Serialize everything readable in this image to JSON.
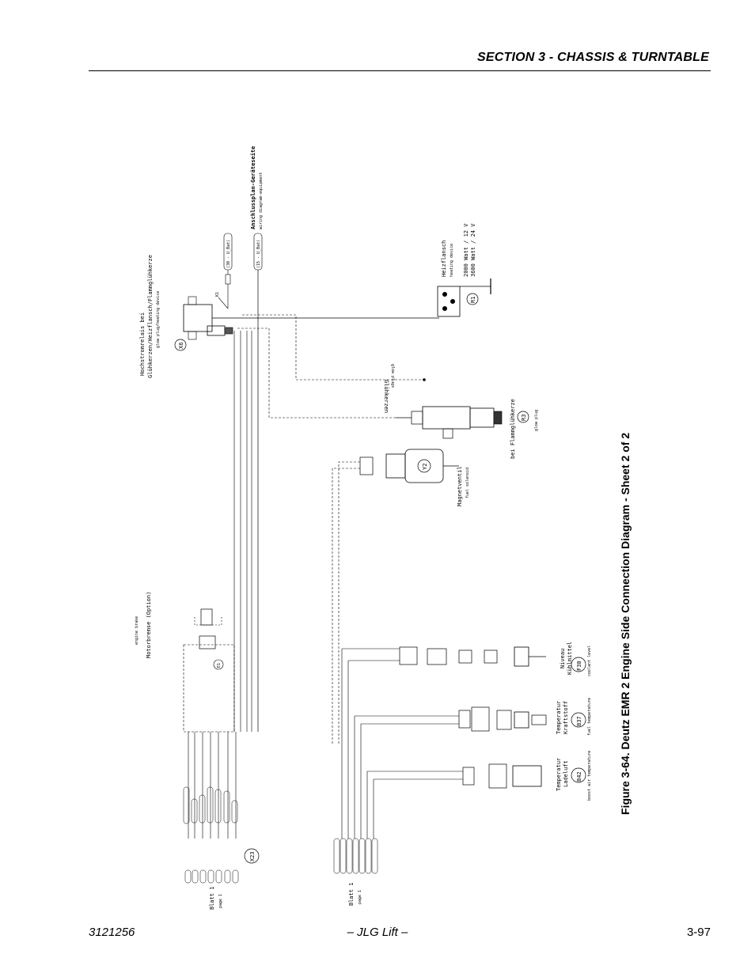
{
  "header": {
    "section_title": "SECTION 3 - CHASSIS & TURNTABLE"
  },
  "footer": {
    "doc_number": "3121256",
    "publisher": "– JLG Lift –",
    "page_number": "3-97"
  },
  "figure": {
    "caption": "Figure 3-64.  Deutz EMR 2 Engine Side Connection Diagram - Sheet 2 of 2"
  },
  "diagram": {
    "wiring_title": "Anschlussplan-Geräteseite",
    "wiring_subtitle": "wiring diagram-equipment",
    "terminal_30": "(30 - U_Bat)",
    "terminal_15": "(15 - U_Bat)",
    "x6_label": "X6",
    "x6_title1": "Hochstromrelais bei",
    "x6_title2": "Glühkerzen/Heizflansch/Flammglühkerze",
    "x6_sub": "glow plug/heating device",
    "k1_label": "K1",
    "r1_label": "R1",
    "r1_title": "Heizflansch",
    "r1_sub": "heating device",
    "r1_spec1": "2000 Watt / 12 V",
    "r1_spec2": "3600 Watt / 24 V",
    "glowplugs_title": "Glühkerzen",
    "glowplugs_sub": "glow plugs",
    "r3_label": "R3",
    "r3_title": "bei  Flammglühkerze",
    "r3_sub": "glow plug",
    "y2_label": "Y2",
    "y2_title": "Magnetventil",
    "y2_sub": "fuel solenoid",
    "e1_label": "E1",
    "brake_title": "Motorbremse (Option)",
    "brake_sub": "engine brake",
    "f30_label": "F30",
    "f30_title1": "Niveau",
    "f30_title2": "Kühlmittel",
    "f30_sub": "coolant level",
    "b37_label": "B37",
    "b37_title1": "Temperatur",
    "b37_title2": "Kraftstoff",
    "b37_sub": "fuel temperature",
    "b42_label": "B42",
    "b42_title1": "Temperatur",
    "b42_title2": "Ladeluft",
    "b42_sub": "boost air temperature",
    "x23_label": "X23",
    "sheet1_a": "Blatt 1",
    "sheet1_a_sub": "page 1",
    "sheet1_b": "Blatt 1",
    "sheet1_b_sub": "page 1"
  }
}
